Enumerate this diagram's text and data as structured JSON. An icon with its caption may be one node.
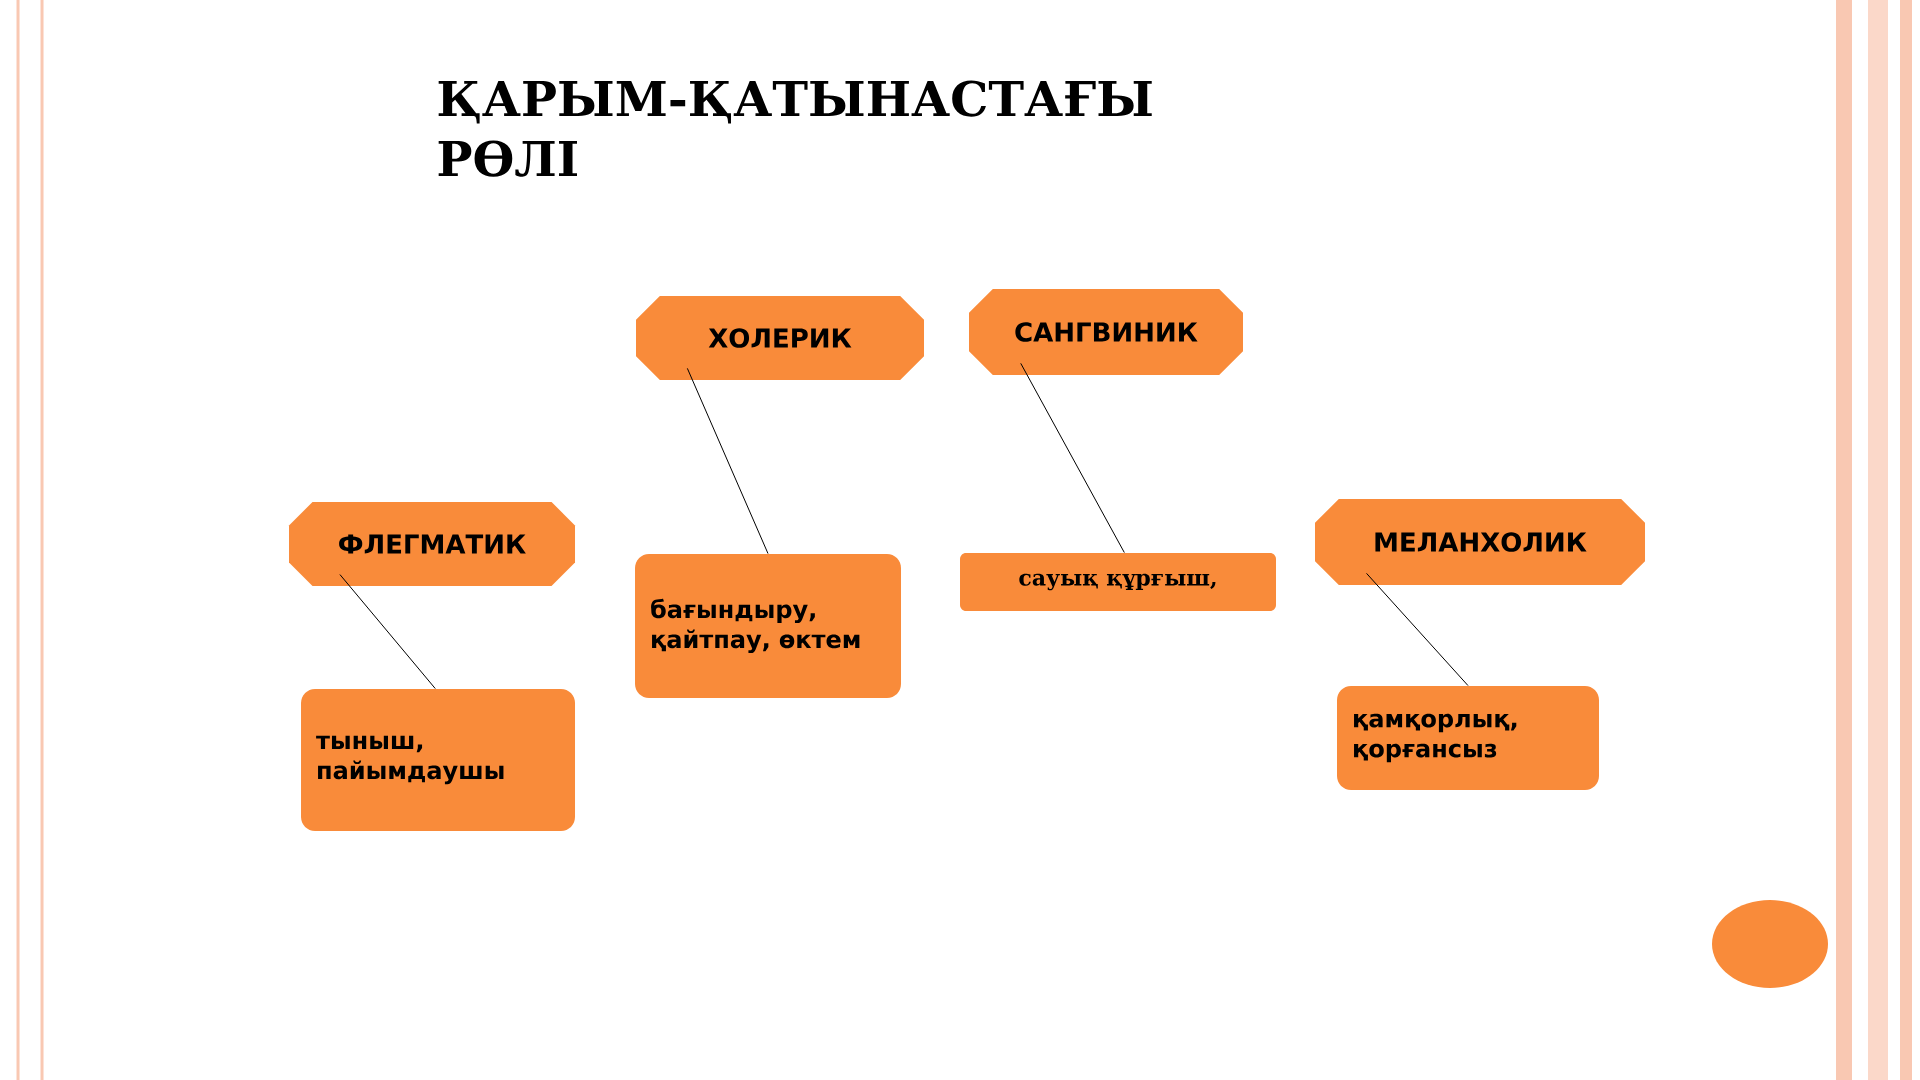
{
  "diagram": {
    "title": "ҚАРЫМ-ҚАТЫНАСТАҒЫ РӨЛІ",
    "nodes": [
      {
        "text": [
          "ХОЛЕРИК"
        ]
      },
      {
        "text": [
          "САНГВИНИК"
        ]
      },
      {
        "text": [
          "ФЛЕГМАТИК"
        ]
      },
      {
        "text": [
          "бағындыру, қайтпау, өктем"
        ]
      },
      {
        "text": [
          "сауық құрғыш,"
        ]
      },
      {
        "text": [
          "МЕЛАНХОЛИК"
        ]
      },
      {
        "text": [
          "тыныш, пайымдаушы"
        ]
      },
      {
        "text": [
          "қамқорлық, қорғансыз"
        ]
      }
    ],
    "edges": [
      {
        "from": 0,
        "to": 3,
        "arrow": "none"
      },
      {
        "from": 1,
        "to": 4,
        "arrow": "none"
      },
      {
        "from": 2,
        "to": 6,
        "arrow": "none"
      },
      {
        "from": 5,
        "to": 7,
        "arrow": "none"
      }
    ]
  }
}
